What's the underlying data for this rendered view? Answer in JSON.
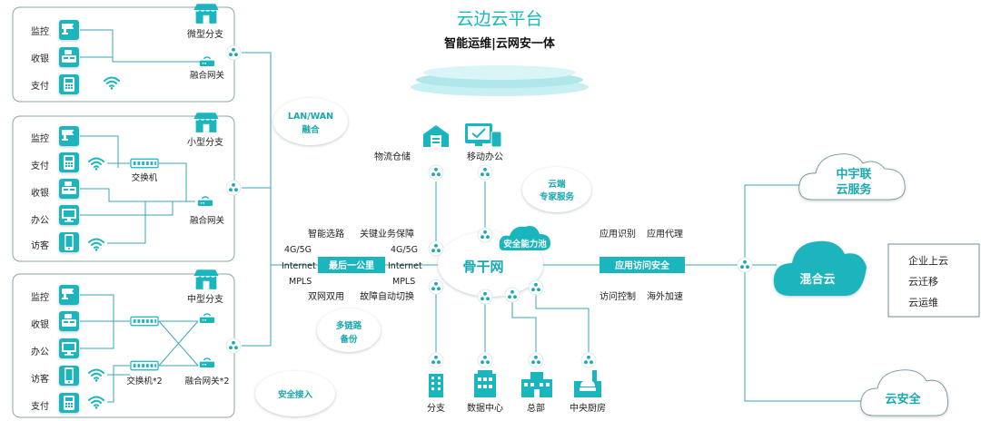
{
  "header": {
    "title": "云边云平台",
    "subtitle": "智能运维|云网安一体"
  },
  "branches": {
    "micro": {
      "name": "微型分支",
      "devices": [
        "监控",
        "收银",
        "支付"
      ],
      "gateway": "融合网关"
    },
    "small": {
      "name": "小型分支",
      "devices": [
        "监控",
        "支付",
        "收银",
        "办公",
        "访客"
      ],
      "switch": "交换机",
      "gateway": "融合网关"
    },
    "medium": {
      "name": "中型分支",
      "devices": [
        "监控",
        "收银",
        "办公",
        "访客",
        "支付"
      ],
      "switch": "交换机*2",
      "gateway": "融合网关*2"
    }
  },
  "bubbles": {
    "lan_wan": [
      "LAN/WAN",
      "融合"
    ],
    "multilink": [
      "多链路",
      "备份"
    ],
    "secure_access": "安全接入",
    "cloud_expert": [
      "云端",
      "专家服务"
    ]
  },
  "last_mile": {
    "top_left": "智能选路",
    "top_right": "关键业务保障",
    "links_left": [
      "4G/5G",
      "Internet",
      "MPLS"
    ],
    "box": "最后一公里",
    "links_right": [
      "4G/5G",
      "Internet",
      "MPLS"
    ],
    "bottom_left": "双网双用",
    "bottom_right": "故障自动切换"
  },
  "backbone": {
    "label": "骨干网",
    "security_pool": "安全能力池"
  },
  "top_sites": [
    "物流仓储",
    "移动办公"
  ],
  "bottom_sites": [
    "分支",
    "数据中心",
    "总部",
    "中央厨房"
  ],
  "app_access": {
    "top_left": "应用识别",
    "top_right": "应用代理",
    "box": "应用访问安全",
    "bottom_left": "访问控制",
    "bottom_right": "海外加速"
  },
  "clouds": {
    "zyl": [
      "中宇联",
      "云服务"
    ],
    "hybrid": "混合云",
    "security": "云安全"
  },
  "services": [
    "企业上云",
    "云迁移",
    "云运维"
  ],
  "colors": {
    "teal": "#1ab5bd",
    "teal_dark": "#0f9aa3",
    "line": "#3aa6b5"
  }
}
